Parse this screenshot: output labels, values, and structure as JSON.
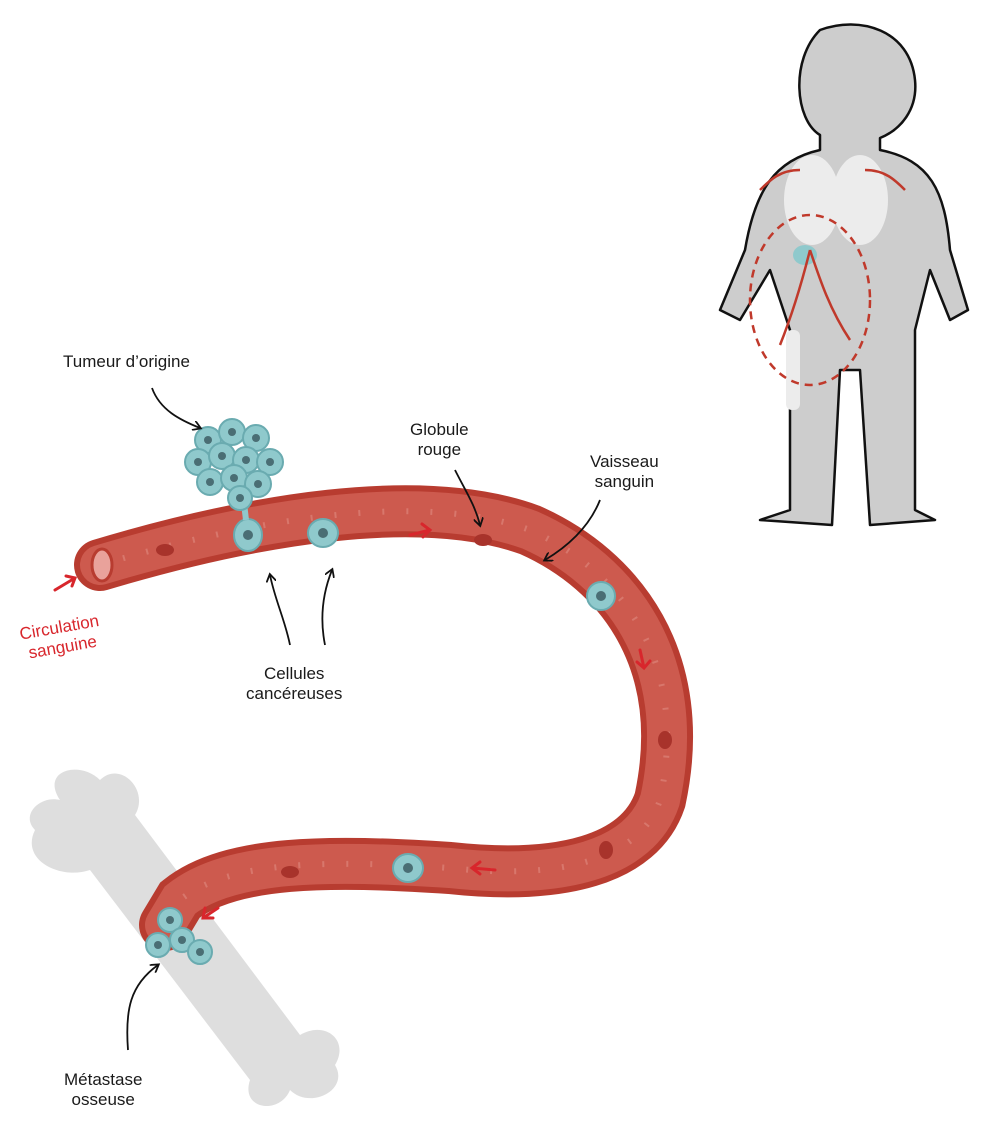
{
  "labels": {
    "primary_tumor": "Tumeur d’origine",
    "red_blood_cell": [
      "Globule",
      "rouge"
    ],
    "blood_vessel": [
      "Vaisseau",
      "sanguin"
    ],
    "blood_flow": [
      "Circulation",
      "sanguine"
    ],
    "cancer_cells": [
      "Cellules",
      "cancéreuses"
    ],
    "bone_metastasis": [
      "Métastase",
      "osseuse"
    ]
  },
  "colors": {
    "vessel": "#cd5a4e",
    "vessel_wall": "#b83c30",
    "cancer_cell": "#8fc9cc",
    "cancer_nucleus": "#4a6e74",
    "bone": "#d8d8d8",
    "body": "#cdcdcd",
    "flow_label": "#d8262c"
  },
  "icons": [
    "arrow-icon",
    "flow-arrow-icon",
    "bone-icon",
    "person-icon",
    "tumor-icon"
  ]
}
